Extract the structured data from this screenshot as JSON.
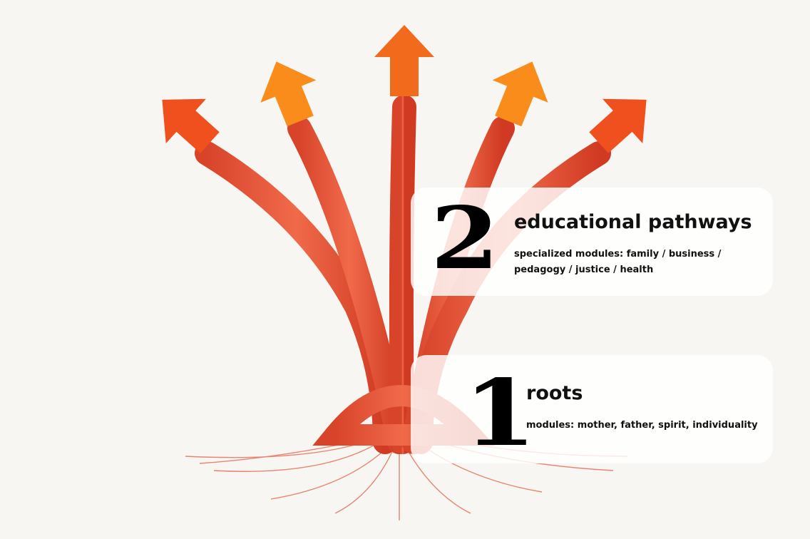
{
  "colors": {
    "stem": "#e4502e",
    "arrow_red": "#f0501e",
    "arrow_orange": "#f98c1a",
    "background": "#f8f6f2"
  },
  "steps": [
    {
      "number": "2",
      "title": "educational pathways",
      "description": "specialized modules: family / business / pedagogy / justice / health"
    },
    {
      "number": "1",
      "title": "roots",
      "description": "modules: mother, father, spirit, individuality"
    }
  ]
}
